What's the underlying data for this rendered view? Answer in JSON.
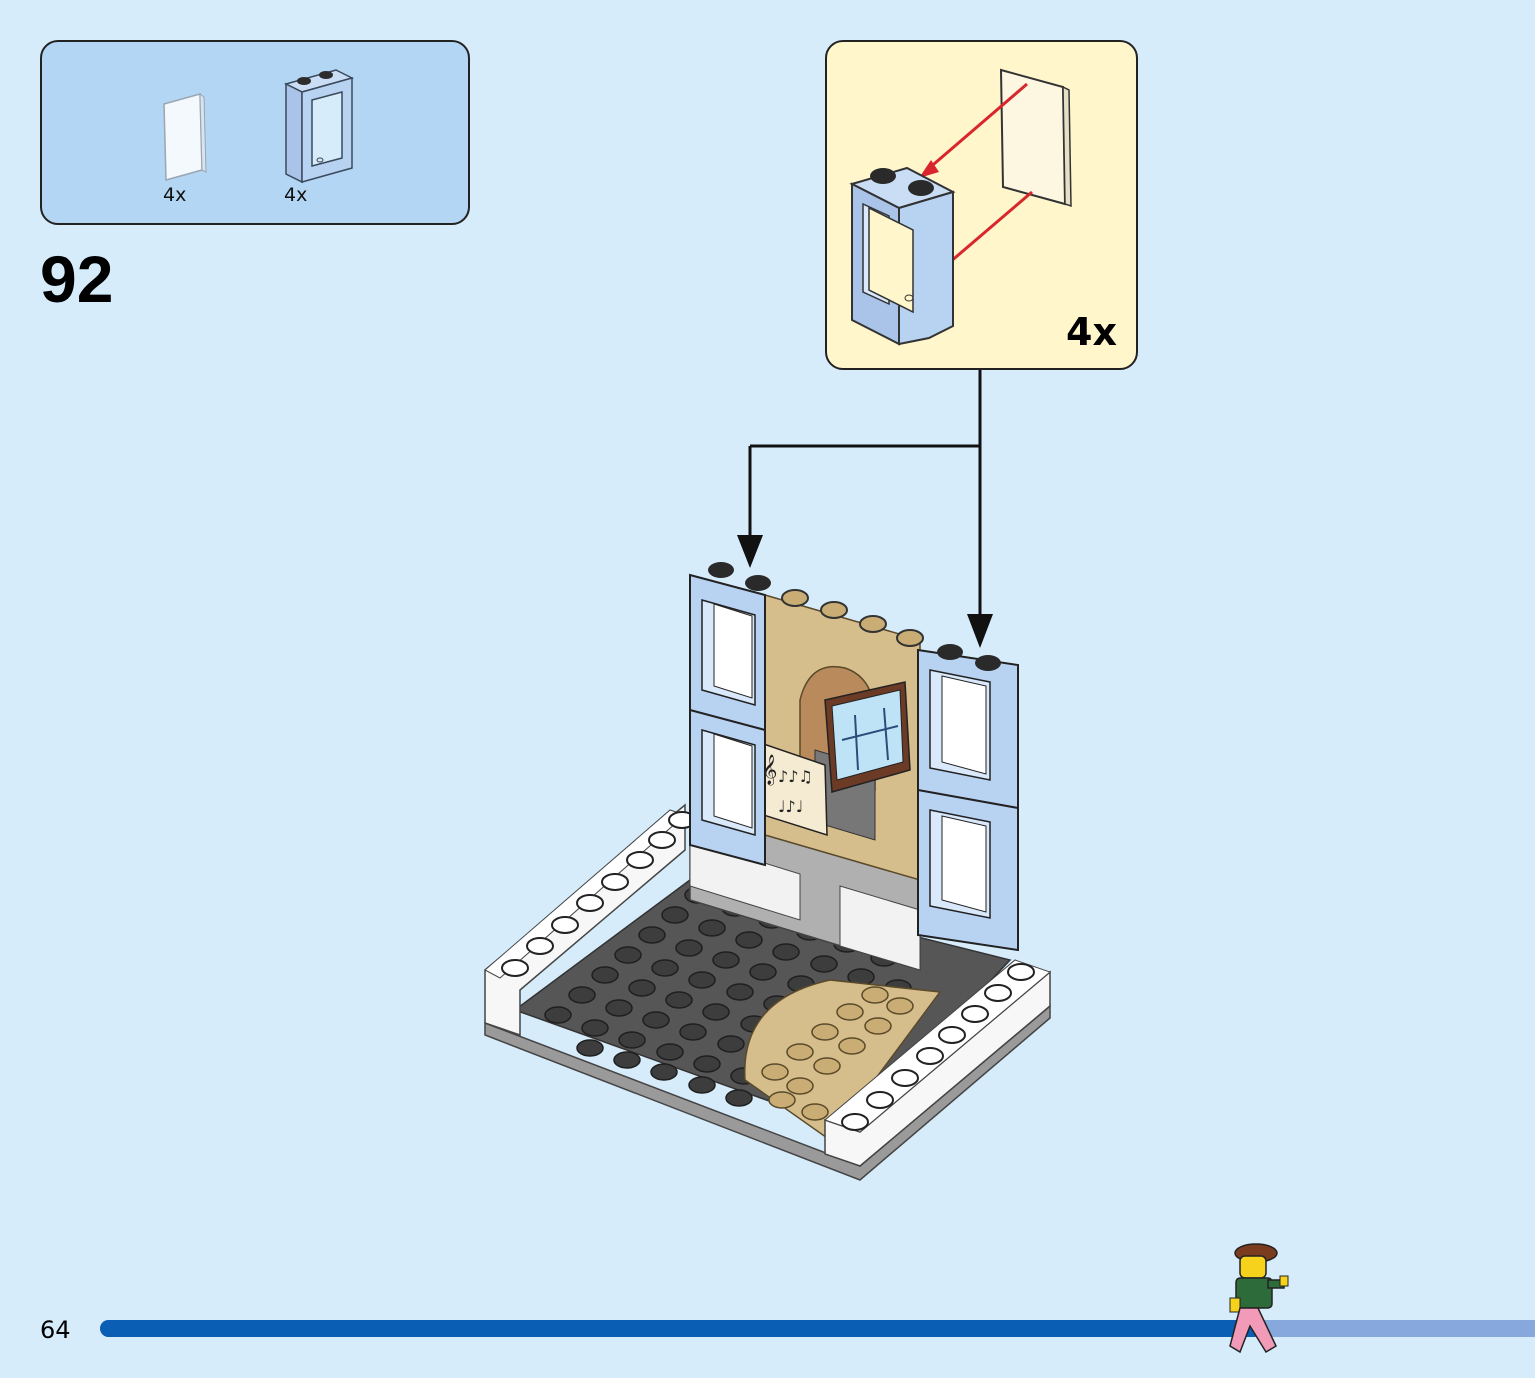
{
  "parts_list": {
    "items": [
      {
        "part": "glass-pane",
        "quantity": "4x"
      },
      {
        "part": "window-frame",
        "quantity": "4x"
      }
    ]
  },
  "step": {
    "number": "92"
  },
  "callout": {
    "quantity": "4x"
  },
  "page": {
    "number": "64",
    "progress": 0.81
  },
  "colors": {
    "background": "#d6ecfb",
    "parts_box": "#b3d6f4",
    "callout_box": "#fff6cc",
    "window_frame": "#a9c9ee",
    "tan": "#d6bd8c",
    "dark_gray": "#4f4f4f",
    "light_gray": "#a7a7a7",
    "white_brick": "#f7f7f7",
    "arrow_red": "#d8262c",
    "progress_fill": "#0a5fb4",
    "progress_track": "#86a8dc"
  }
}
